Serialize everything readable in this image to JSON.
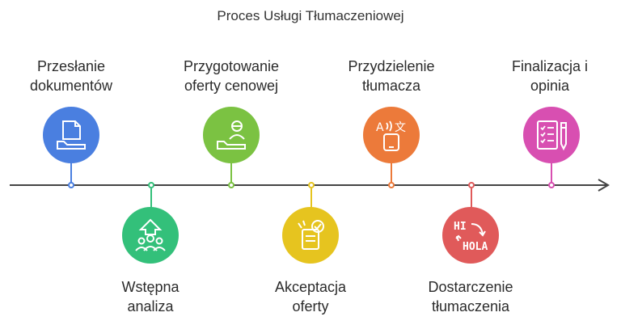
{
  "title": "Proces Usługi Tłumaczeniowej",
  "steps": [
    {
      "label_line1": "Przesłanie",
      "label_line2": "dokumentów",
      "color": "#4a7fe0",
      "icon": "document-upload-icon"
    },
    {
      "label_line1": "Wstępna",
      "label_line2": "analiza",
      "color": "#33c07a",
      "icon": "team-growth-icon"
    },
    {
      "label_line1": "Przygotowanie",
      "label_line2": "oferty cenowej",
      "color": "#7bc242",
      "icon": "offer-preparation-icon"
    },
    {
      "label_line1": "Akceptacja",
      "label_line2": "oferty",
      "color": "#e6c41f",
      "icon": "accept-document-icon"
    },
    {
      "label_line1": "Przydzielenie",
      "label_line2": "tłumacza",
      "color": "#ec7a3a",
      "icon": "translator-phone-icon"
    },
    {
      "label_line1": "Dostarczenie",
      "label_line2": "tłumaczenia",
      "color": "#e05a5a",
      "icon": "hi-hola-icon"
    },
    {
      "label_line1": "Finalizacja i",
      "label_line2": "opinia",
      "color": "#d84fb1",
      "icon": "checklist-pen-icon"
    }
  ]
}
